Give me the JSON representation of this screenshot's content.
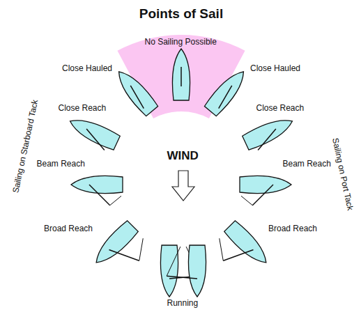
{
  "diagram": {
    "title": "Points of Sail",
    "labels": [
      "No Sailing Possible",
      "Close Hauled",
      "Close Hauled",
      "Close Reach",
      "Close Reach",
      "Sailing on Starboard Tack",
      "Beam Reach",
      "Beam Reach",
      "WIND",
      "Sailing on Port Tack",
      "Broad Reach",
      "Broad Reach",
      "Running"
    ]
  }
}
